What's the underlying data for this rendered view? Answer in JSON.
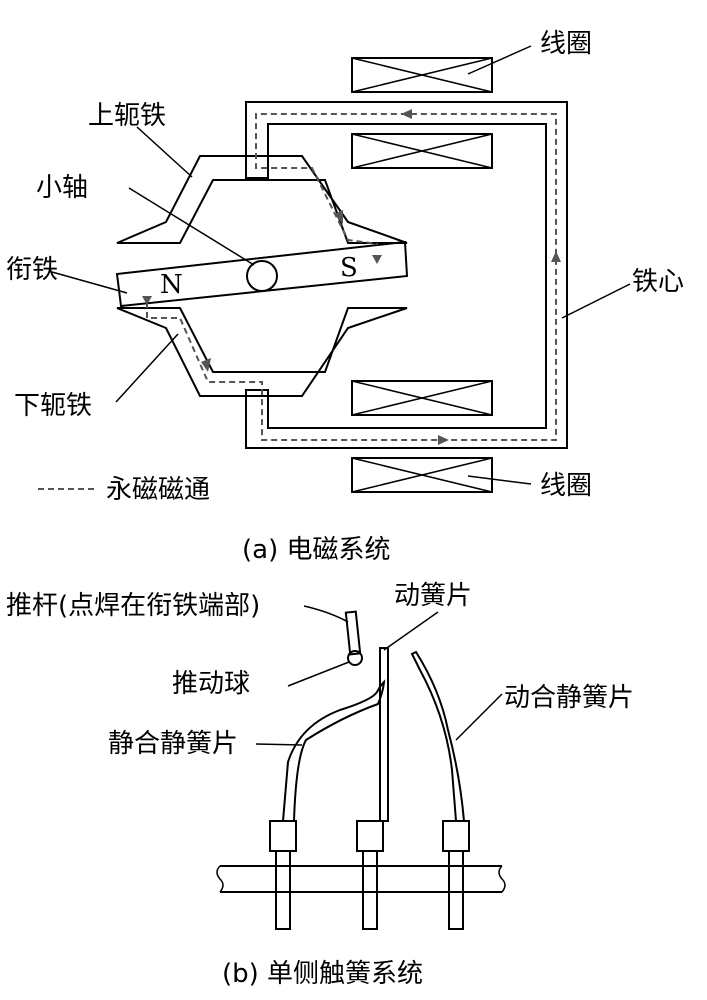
{
  "figure_a": {
    "caption": "(a)  电磁系统",
    "labels": {
      "coil_top": "线圈",
      "coil_bottom": "线圈",
      "upper_yoke": "上轭铁",
      "small_shaft": "小轴",
      "armature": "衔铁",
      "lower_yoke": "下轭铁",
      "core": "铁心",
      "pole_n": "N",
      "pole_s": "S"
    },
    "legend": {
      "label": "永磁磁通"
    }
  },
  "figure_b": {
    "caption": "(b)  单侧触簧系统",
    "labels": {
      "push_rod": "推杆(点焊在衔铁端部)",
      "push_ball": "推动球",
      "moving_spring": "动簧片",
      "nc_static_spring": "静合静簧片",
      "no_static_spring": "动合静簧片"
    }
  }
}
